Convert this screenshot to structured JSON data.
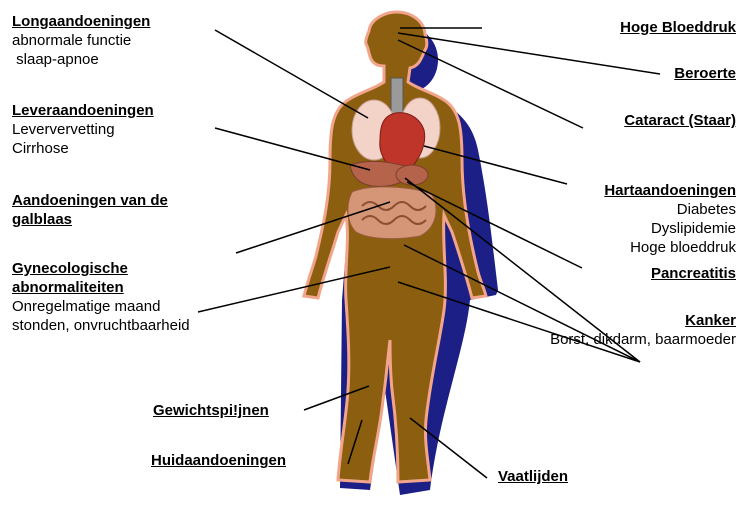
{
  "colors": {
    "body": "#8C5F10",
    "body_outline": "#F2A58B",
    "shadow": "#1B1F86",
    "lung": "#F3D2C8",
    "heart": "#C0352A",
    "liver": "#B5634A",
    "intestine": "#D49676",
    "line": "#000000"
  },
  "labels": {
    "long": {
      "title": "Longaandoeningen",
      "lines": [
        "abnormale functie",
        " slaap-apnoe"
      ]
    },
    "lever": {
      "title": "Leveraandoeningen",
      "lines": [
        "Leververvetting",
        "Cirrhose"
      ]
    },
    "galblaas": {
      "title_lines": [
        "Aandoeningen van de",
        "galblaas"
      ]
    },
    "gyn": {
      "title_lines": [
        "Gynecologische",
        "abnormaliteiten"
      ],
      "lines": [
        "Onregelmatige maand",
        "stonden, onvruchtbaarheid"
      ]
    },
    "gewicht": {
      "title": "Gewichtspi!jnen"
    },
    "huid": {
      "title": "Huidaandoeningen"
    },
    "bloeddruk": {
      "title": "Hoge Bloeddruk"
    },
    "beroerte": {
      "title": "Beroerte"
    },
    "cataract": {
      "title": "Cataract (Staar)"
    },
    "hart": {
      "title": "Hartaandoeningen",
      "lines": [
        "Diabetes",
        "Dyslipidemie",
        "Hoge bloeddruk"
      ]
    },
    "pancreas": {
      "title": "Pancreatitis"
    },
    "kanker": {
      "title": "Kanker",
      "lines": [
        "Borst, dikdarm, baarmoeder"
      ]
    },
    "vaat": {
      "title": "Vaatlijden"
    }
  }
}
